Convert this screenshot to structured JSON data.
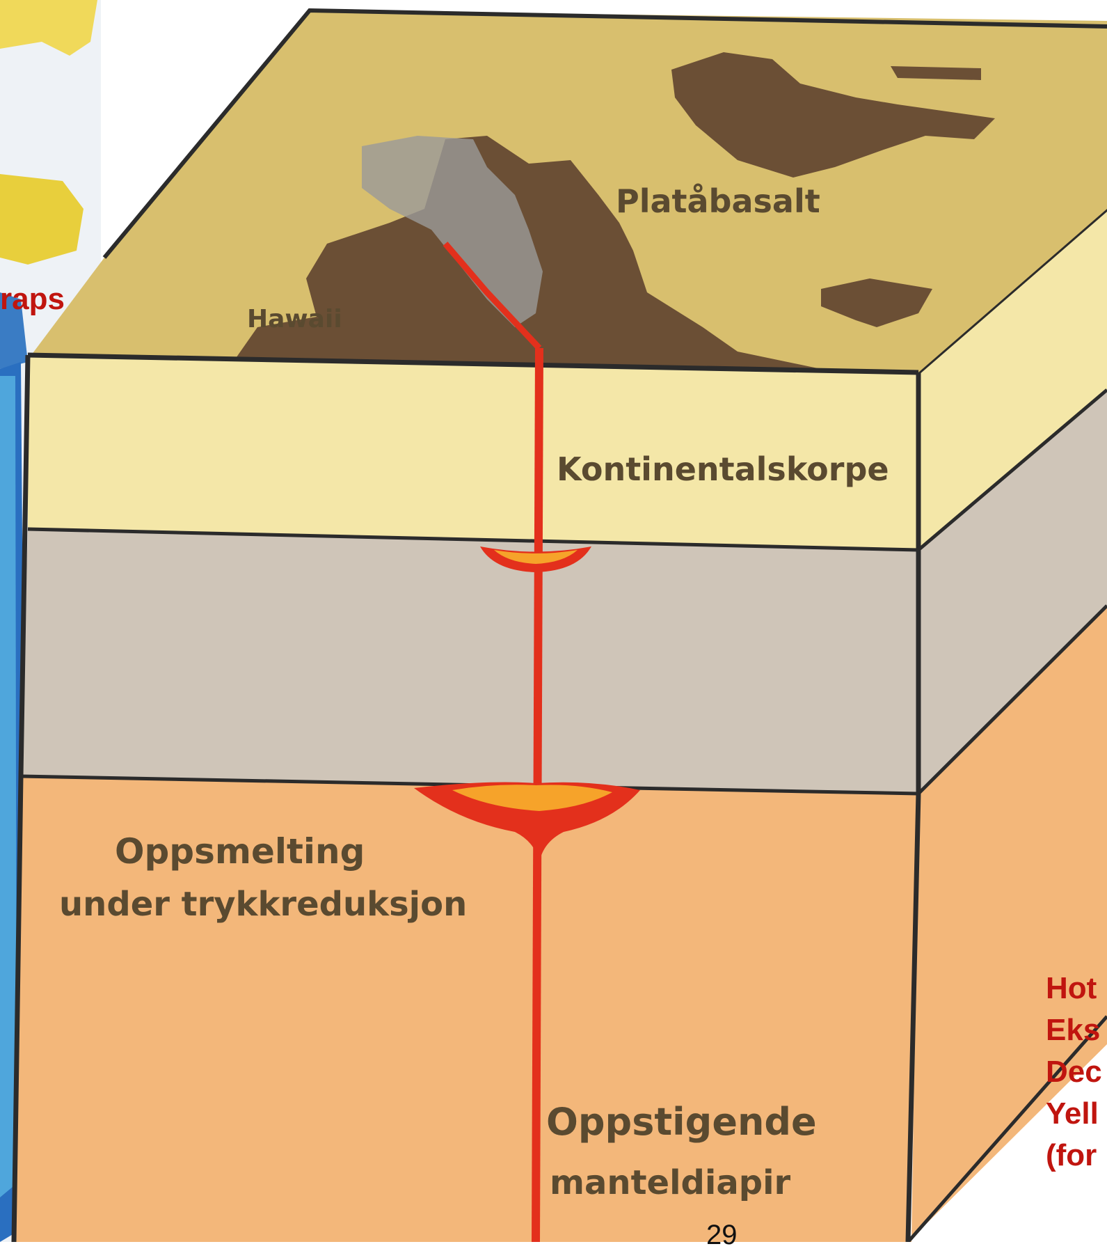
{
  "labels": {
    "platabasalt": "Platåbasalt",
    "hawaii": "Hawaii",
    "continental_crust": "Kontinentalskorpe",
    "melting_line1": "Oppsmelting",
    "melting_line2": "under trykkreduksjon",
    "diapir_line1": "Oppstigende",
    "diapir_line2": "manteldiapir"
  },
  "side_text": {
    "traps": "raps",
    "hotspot_lines": [
      "Hot",
      "Eks",
      "Dec",
      "Yell",
      "(for"
    ]
  },
  "page_number": "29",
  "colors": {
    "surface": "#d8bf6e",
    "basalt": "#6b4f35",
    "crust": "#f4e7a8",
    "mid_layer": "#cfc5b8",
    "mantle": "#f3b77a",
    "magma": "#e3301c",
    "magma_core": "#f6a32a",
    "text_red": "#c0150f",
    "label_dark": "#5a4a30"
  }
}
